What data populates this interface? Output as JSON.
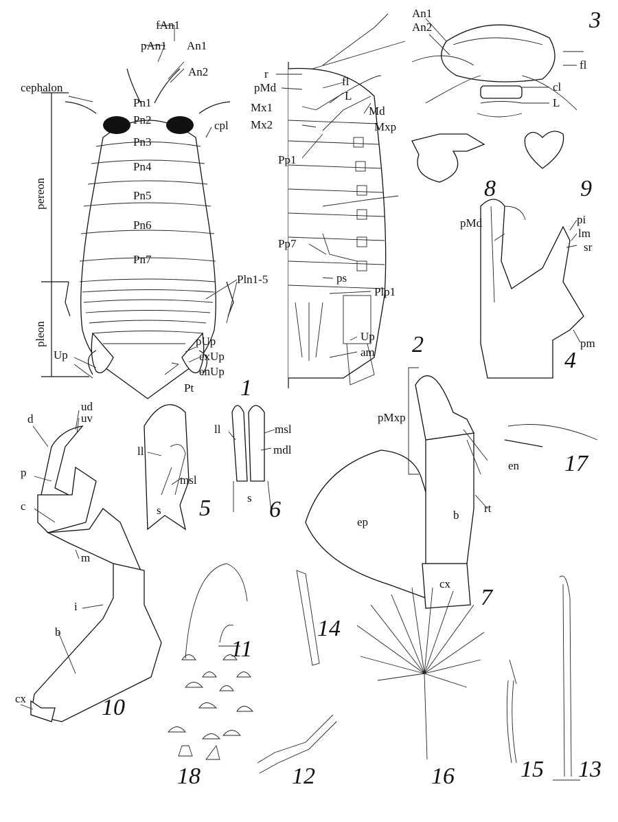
{
  "figure": {
    "fig1": {
      "number": "1",
      "fAn1": "fAn1",
      "pAn1": "pAn1",
      "An1": "An1",
      "An2": "An2",
      "cephalon": "cephalon",
      "segments": [
        "Pn1",
        "Pn2",
        "Pn3",
        "Pn4",
        "Pn5",
        "Pn6",
        "Pn7"
      ],
      "cpl": "cpl",
      "pereon": "pereon",
      "pleon": "pleon",
      "Pln": "Pln1-5",
      "pUp": "pUp",
      "exUp": "exUp",
      "enUp": "enUp",
      "Up": "Up",
      "Pt": "Pt"
    },
    "fig2": {
      "number": "2",
      "r": "r",
      "pMd": "pMd",
      "Mx1": "Mx1",
      "Mx2": "Mx2",
      "L": "L",
      "fl": "fl",
      "Md": "Md",
      "Mxp": "Mxp",
      "Pp1": "Pp1",
      "Pp7": "Pp7",
      "ps": "ps",
      "Plp1": "Plp1",
      "Up": "Up",
      "am": "am"
    },
    "fig3": {
      "number": "3",
      "An1": "An1",
      "An2": "An2",
      "fl": "fl",
      "cl": "cl",
      "L": "L"
    },
    "fig4": {
      "number": "4",
      "pMd": "pMd",
      "pi": "pi",
      "lm": "lm",
      "sr": "sr",
      "pm": "pm"
    },
    "fig5": {
      "number": "5",
      "ll": "ll",
      "msl": "msl",
      "s": "s"
    },
    "fig6": {
      "number": "6",
      "ll": "ll",
      "msl": "msl",
      "mdl": "mdl",
      "s": "s"
    },
    "fig7": {
      "number": "7",
      "pMxp": "pMxp",
      "en": "en",
      "rt": "rt",
      "b": "b",
      "ep": "ep",
      "cx": "cx"
    },
    "fig8": {
      "number": "8"
    },
    "fig9": {
      "number": "9"
    },
    "fig10": {
      "number": "10",
      "d": "d",
      "ud": "ud",
      "uv": "uv",
      "p": "p",
      "c": "c",
      "m": "m",
      "i": "i",
      "b": "b",
      "cx": "cx"
    },
    "fig11": {
      "number": "11"
    },
    "fig12": {
      "number": "12"
    },
    "fig13": {
      "number": "13"
    },
    "fig14": {
      "number": "14"
    },
    "fig15": {
      "number": "15"
    },
    "fig16": {
      "number": "16"
    },
    "fig17": {
      "number": "17"
    },
    "fig18": {
      "number": "18"
    }
  }
}
